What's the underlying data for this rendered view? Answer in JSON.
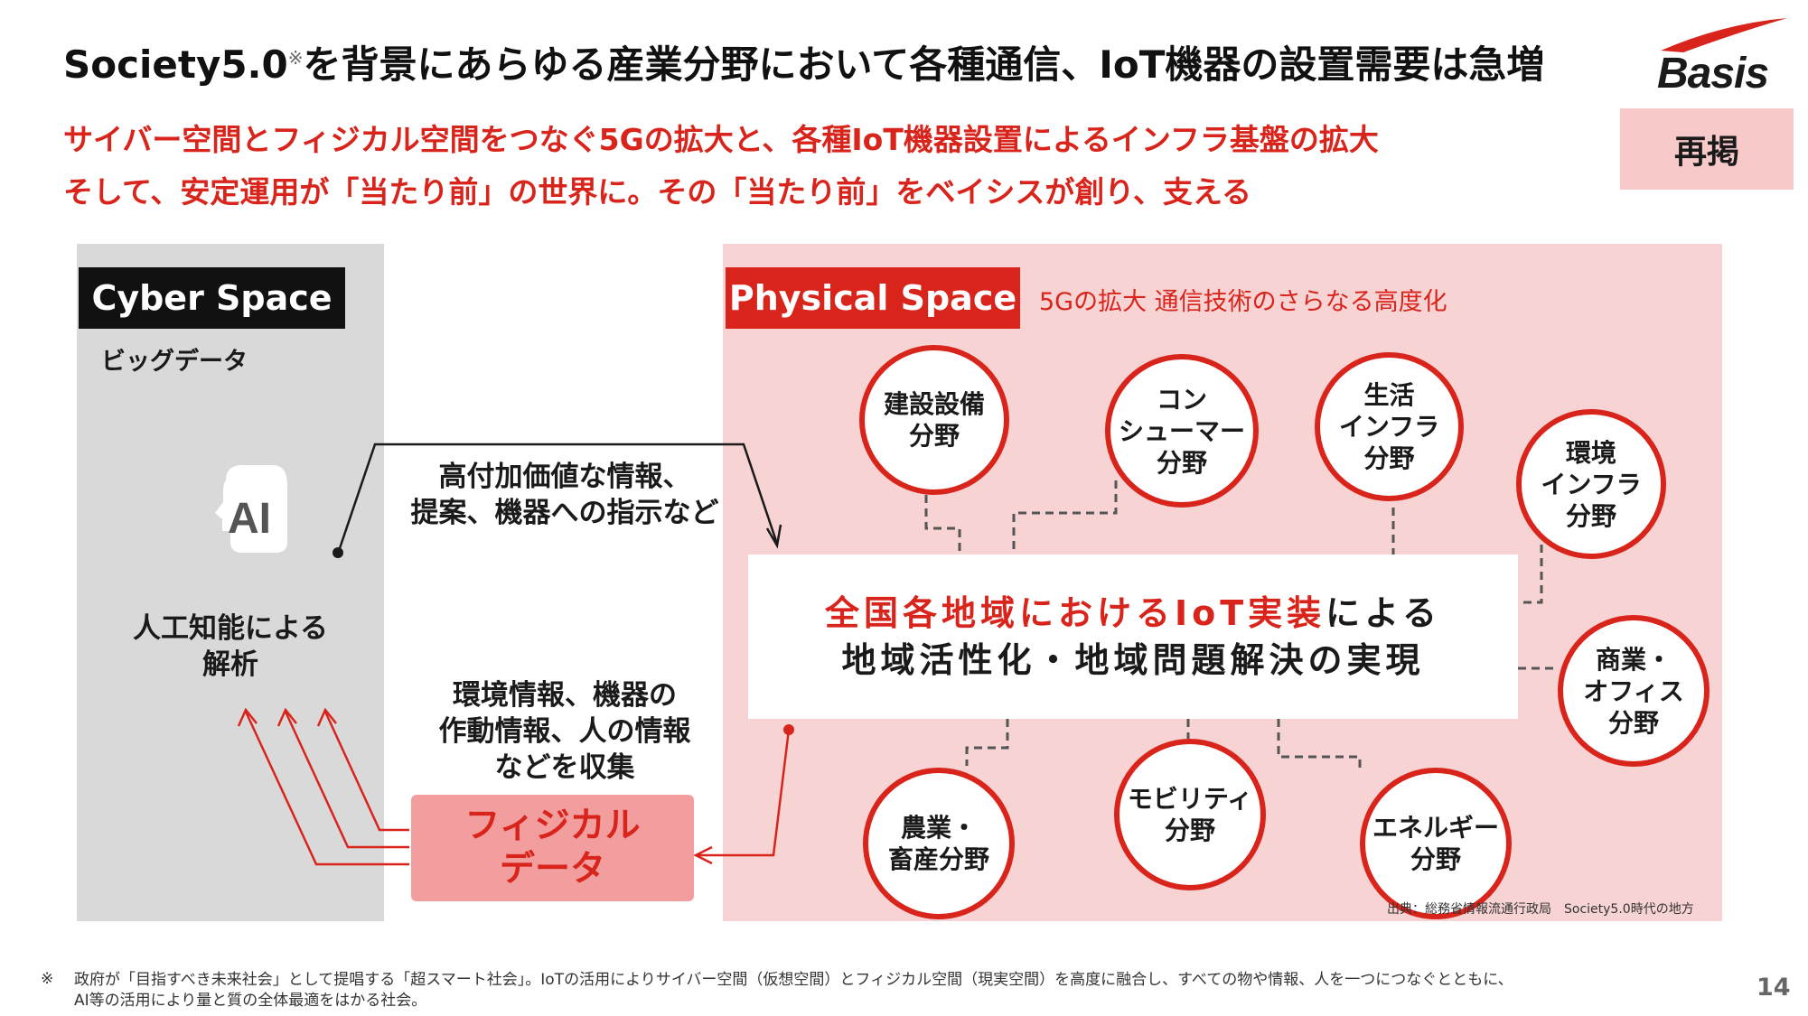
{
  "header": {
    "title": "Society5.0",
    "title_mark": "※",
    "title_rest": "を背景にあらゆる産業分野において各種通信、IoT機器の設置需要は急増",
    "logo_text": "Basis",
    "subtitle_line1": "サイバー空間とフィジカル空間をつなぐ5Gの拡大と、各種IoT機器設置によるインフラ基盤の拡大",
    "subtitle_line2": "そして、安定運用が「当たり前」の世界に。その「当たり前」をベイシスが創り、支える",
    "badge": "再掲"
  },
  "cyber": {
    "label": "Cyber Space",
    "bigdata": "ビッグデータ",
    "ai_head": "AI",
    "ai_text_line1": "人工知能による",
    "ai_text_line2": "解析"
  },
  "flow": {
    "top_text_line1": "高付加価値な情報、",
    "top_text_line2": "提案、機器への指示など",
    "bottom_text_line1": "環境情報、機器の",
    "bottom_text_line2": "作動情報、人の情報",
    "bottom_text_line3": "などを収集",
    "physical_data": "フィジカル\nデータ"
  },
  "physical": {
    "label": "Physical Space",
    "note": "5Gの拡大 通信技術のさらなる高度化",
    "central_red": "全国各地域におけるIoT実装",
    "central_black": "による",
    "central_line2": "地域活性化・地域問題解決の実現",
    "circles": [
      "建設設備\n分野",
      "コン\nシューマー\n分野",
      "生活\nインフラ\n分野",
      "環境\nインフラ\n分野",
      "商業・\nオフィス\n分野",
      "エネルギー\n分野",
      "モビリティ\n分野",
      "農業・\n畜産分野"
    ],
    "source": "出典：総務省情報流通行政局　Society5.0時代の地方"
  },
  "footer": {
    "mark": "※",
    "note": "政府が「目指すべき未来社会」として提唱する「超スマート社会」。IoTの活用によりサイバー空間（仮想空間）とフィジカル空間（現実空間）を高度に融合し、すべての物や情報、人を一つにつなぐとともに、\nAI等の活用により量と質の全体最適をはかる社会。",
    "page": "14"
  },
  "colors": {
    "accent": "#d9241c",
    "physical_bg": "#f7d3d3",
    "cyber_bg": "#d9d9d9",
    "badge_bg": "#f7c9c9",
    "physical_data_bg": "#f29e9e"
  }
}
